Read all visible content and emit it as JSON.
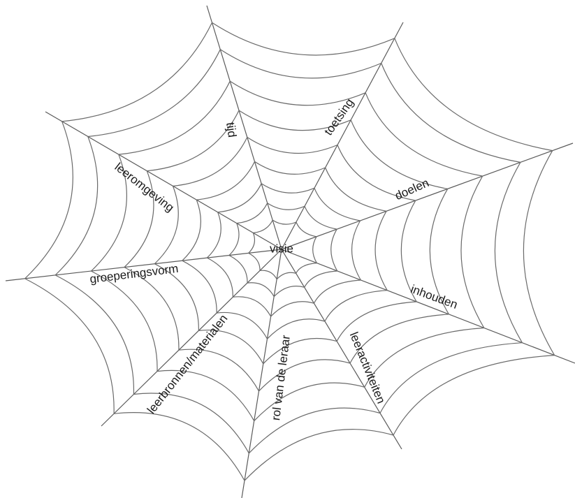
{
  "center_label": "visie",
  "spokes": [
    {
      "label": "tijd"
    },
    {
      "label": "toetsing"
    },
    {
      "label": "doelen"
    },
    {
      "label": "inhouden"
    },
    {
      "label": "leeractiviteiten"
    },
    {
      "label": "rol van de leraar"
    },
    {
      "label": "leerbronnen/materialen"
    },
    {
      "label": "groeperingsvorm"
    },
    {
      "label": "leeromgeving"
    }
  ],
  "colors": {
    "thread": "#5a5a5a",
    "text": "#1a1a1a",
    "background": "#ffffff"
  }
}
